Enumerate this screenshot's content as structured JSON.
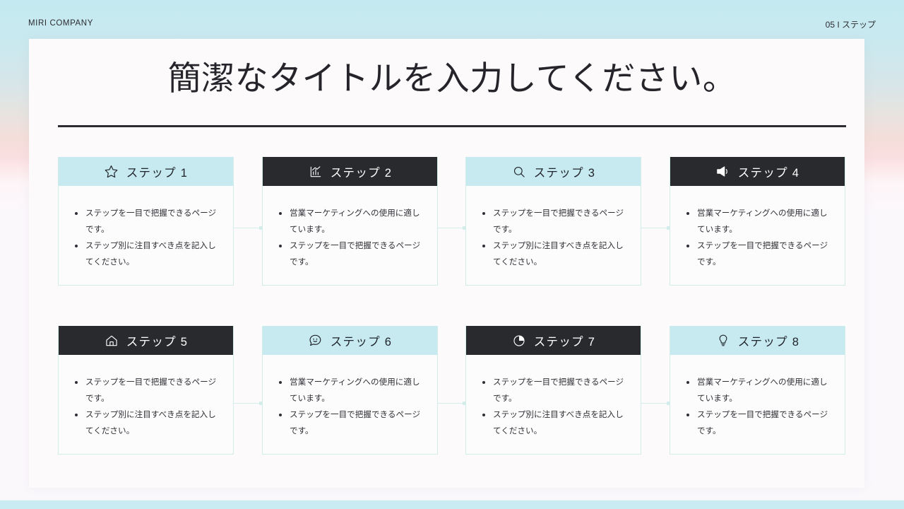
{
  "header": {
    "brand": "MIRI COMPANY",
    "page_label": "05 I ステップ"
  },
  "title": "簡潔なタイトルを入力してください。",
  "colors": {
    "header_light": "#c7e9f0",
    "header_dark": "#282a2d",
    "card_border": "#d2ece9",
    "rule": "#2b2b31",
    "panel": "#fcfafb",
    "page_bg": "#fbf8fc"
  },
  "bullets": {
    "set_a": [
      "ステップを一目で把握できるページです。",
      "ステップ別に注目すべき点を記入してください。"
    ],
    "set_b": [
      "営業マーケティングへの使用に適しています。",
      "ステップを一目で把握できるページです。"
    ]
  },
  "cards": [
    {
      "title": "ステップ 1",
      "icon": "star-icon",
      "theme": "light",
      "bullets": [
        "ステップを一目で把握できるページです。",
        "ステップ別に注目すべき点を記入してください。"
      ]
    },
    {
      "title": "ステップ 2",
      "icon": "bar-chart-icon",
      "theme": "dark",
      "bullets": [
        "営業マーケティングへの使用に適しています。",
        "ステップを一目で把握できるページです。"
      ]
    },
    {
      "title": "ステップ 3",
      "icon": "search-icon",
      "theme": "light",
      "bullets": [
        "ステップを一目で把握できるページです。",
        "ステップ別に注目すべき点を記入してください。"
      ]
    },
    {
      "title": "ステップ 4",
      "icon": "megaphone-icon",
      "theme": "dark",
      "bullets": [
        "営業マーケティングへの使用に適しています。",
        "ステップを一目で把握できるページです。"
      ]
    },
    {
      "title": "ステップ 5",
      "icon": "home-icon",
      "theme": "dark",
      "bullets": [
        "ステップを一目で把握できるページです。",
        "ステップ別に注目すべき点を記入してください。"
      ]
    },
    {
      "title": "ステップ 6",
      "icon": "chat-smile-icon",
      "theme": "light",
      "bullets": [
        "営業マーケティングへの使用に適しています。",
        "ステップを一目で把握できるページです。"
      ]
    },
    {
      "title": "ステップ 7",
      "icon": "pie-chart-icon",
      "theme": "dark",
      "bullets": [
        "ステップを一目で把握できるページです。",
        "ステップ別に注目すべき点を記入してください。"
      ]
    },
    {
      "title": "ステップ 8",
      "icon": "lightbulb-icon",
      "theme": "light",
      "bullets": [
        "営業マーケティングへの使用に適しています。",
        "ステップを一目で把握できるページです。"
      ]
    }
  ]
}
